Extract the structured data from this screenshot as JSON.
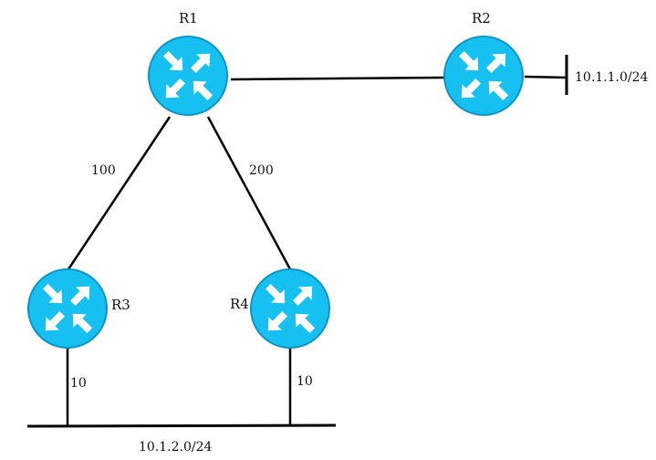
{
  "routers": [
    {
      "id": "R1",
      "label": "R1"
    },
    {
      "id": "R2",
      "label": "R2"
    },
    {
      "id": "R3",
      "label": "R3"
    },
    {
      "id": "R4",
      "label": "R4"
    }
  ],
  "links": [
    {
      "from": "R1",
      "to": "R2",
      "cost": ""
    },
    {
      "from": "R1",
      "to": "R3",
      "cost": "100"
    },
    {
      "from": "R1",
      "to": "R4",
      "cost": "200"
    },
    {
      "from": "R3",
      "to": "lan",
      "cost": "10"
    },
    {
      "from": "R4",
      "to": "lan",
      "cost": "10"
    }
  ],
  "networks": {
    "r2_stub": "10.1.1.0/24",
    "lan": "10.1.2.0/24"
  },
  "colors": {
    "router_fill": "#16c1f2",
    "router_stroke": "#0d93c4",
    "arrow": "#ffffff",
    "line": "#000000"
  },
  "router_icon": "router-icon"
}
